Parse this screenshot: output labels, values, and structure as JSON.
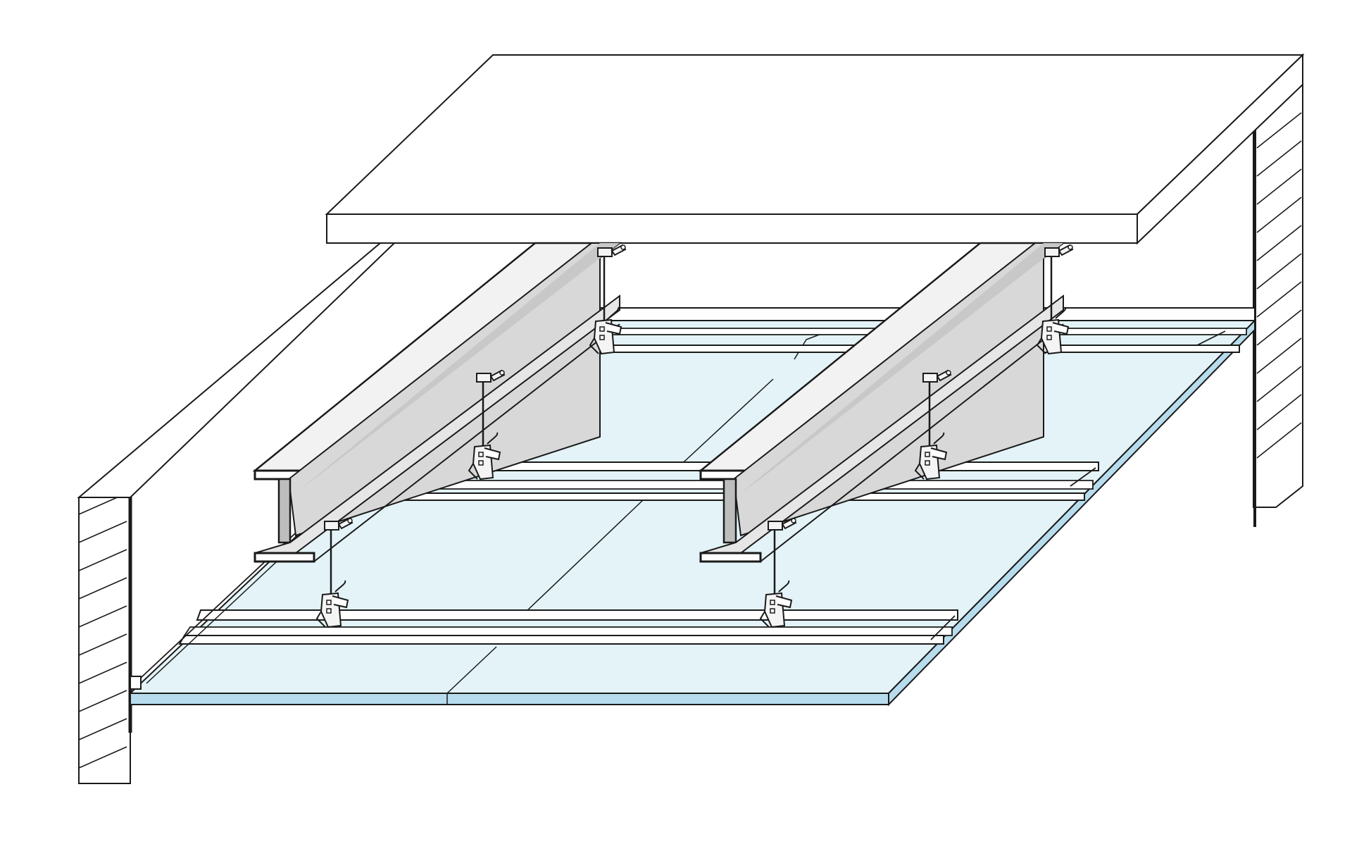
{
  "diagram": {
    "labels": [],
    "colors": {
      "background": "#ffffff",
      "outline": "#1a1a1a",
      "slab_fill": "#ffffff",
      "wall_fill": "#ffffff",
      "board_face": "#e3f3f7",
      "board_edge": "#b7dced",
      "beam_light": "#f2f2f2",
      "beam_mid": "#d8d8d8",
      "beam_dark": "#bdbdbd",
      "channel_fill": "#ffffff",
      "hanger_fill": "#f4f4f4"
    },
    "elements": [
      {
        "id": "concrete-slab",
        "kind": "slab"
      },
      {
        "id": "left-wall",
        "kind": "wall"
      },
      {
        "id": "right-wall",
        "kind": "wall"
      },
      {
        "id": "ceiling-boards",
        "kind": "plasterboard"
      },
      {
        "id": "steel-beam-1",
        "kind": "i-beam"
      },
      {
        "id": "steel-beam-2",
        "kind": "i-beam"
      },
      {
        "id": "furring-channel-1",
        "kind": "channel"
      },
      {
        "id": "furring-channel-2",
        "kind": "channel"
      },
      {
        "id": "furring-channel-3",
        "kind": "channel"
      },
      {
        "id": "perimeter-channel",
        "kind": "channel"
      },
      {
        "id": "beam-clip-hanger",
        "kind": "hanger",
        "count": 6
      }
    ]
  }
}
